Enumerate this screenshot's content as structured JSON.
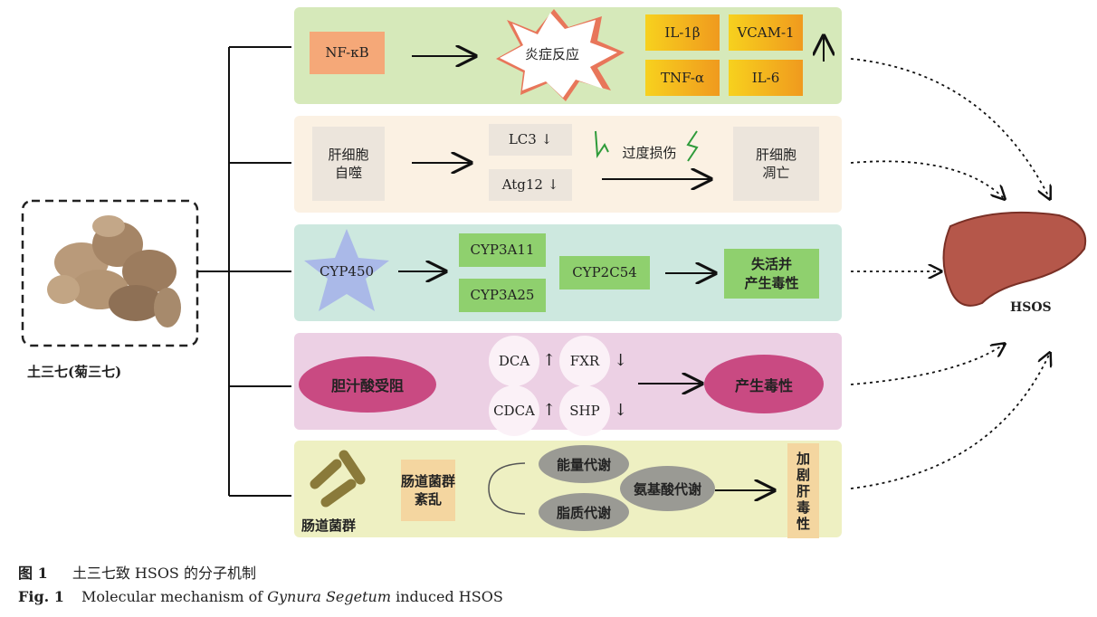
{
  "source": {
    "label": "土三七(菊三七)"
  },
  "panels": {
    "inflammation": {
      "nfkb": "NF-κB",
      "reaction": "炎症反应",
      "cytokines": [
        "IL-1β",
        "VCAM-1",
        "TNF-α",
        "IL-6"
      ],
      "trend": "↑"
    },
    "autophagy": {
      "start": "肝细胞\n自噬",
      "markers": [
        "LC3 ↓",
        "Atg12 ↓"
      ],
      "damage": "过度损伤",
      "end": "肝细胞\n凋亡"
    },
    "cyp": {
      "start": "CYP450",
      "a": "CYP3A11",
      "b": "CYP3A25",
      "c": "CYP2C54",
      "end": "失活并\n产生毒性"
    },
    "bile": {
      "start": "胆汁酸受阻",
      "markers": [
        {
          "name": "DCA",
          "trend": "↑"
        },
        {
          "name": "FXR",
          "trend": "↓"
        },
        {
          "name": "CDCA",
          "trend": "↑"
        },
        {
          "name": "SHP",
          "trend": "↓"
        }
      ],
      "end": "产生毒性"
    },
    "gut": {
      "icon_label": "肠道菌群",
      "disorder": "肠道菌群\n紊乱",
      "energy": "能量代谢",
      "lipid": "脂质代谢",
      "amino": "氨基酸代谢",
      "end": "加\n剧\n肝\n毒\n性"
    }
  },
  "target": {
    "label": "HSOS"
  },
  "caption": {
    "cn_num": "图 1",
    "cn": "土三七致 HSOS 的分子机制",
    "en_num": "Fig. 1",
    "en_pre": "Molecular mechanism of ",
    "en_italic": "Gynura Segetum",
    "en_post": " induced HSOS"
  },
  "colors": {
    "p1": "#d6e9ba",
    "p2": "#fbf1e3",
    "p3": "#cde8df",
    "p4": "#ecd0e4",
    "p5": "#eef0c2",
    "liver": "#b5574a"
  }
}
